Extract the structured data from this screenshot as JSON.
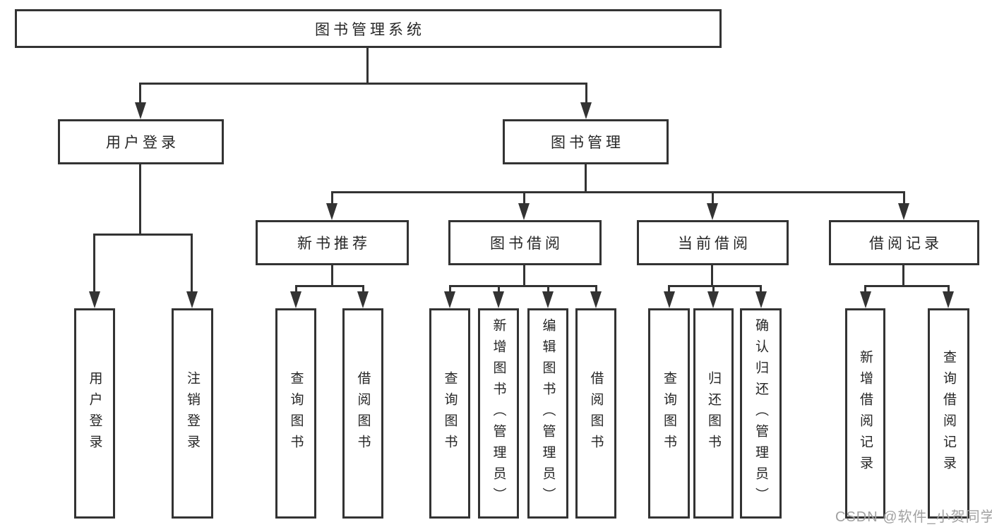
{
  "tree": {
    "label": "图书管理系统",
    "children": [
      {
        "label": "用户登录",
        "children": [
          {
            "label": "用户登录"
          },
          {
            "label": "注销登录"
          }
        ]
      },
      {
        "label": "图书管理",
        "children": [
          {
            "label": "新书推荐",
            "children": [
              {
                "label": "查询图书"
              },
              {
                "label": "借阅图书"
              }
            ]
          },
          {
            "label": "图书借阅",
            "children": [
              {
                "label": "查询图书"
              },
              {
                "label": "新增图书（管理员）"
              },
              {
                "label": "编辑图书（管理员）"
              },
              {
                "label": "借阅图书"
              }
            ]
          },
          {
            "label": "当前借阅",
            "children": [
              {
                "label": "查询图书"
              },
              {
                "label": "归还图书"
              },
              {
                "label": "确认归还（管理员）"
              }
            ]
          },
          {
            "label": "借阅记录",
            "children": [
              {
                "label": "新增借阅记录"
              },
              {
                "label": "查询借阅记录"
              }
            ]
          }
        ]
      }
    ]
  },
  "watermark": {
    "text": "CSDN @软件_小贺同学"
  },
  "colors": {
    "line": "#333333",
    "text": "#262626",
    "watermark": "#a1a1a1",
    "background": "#ffffff"
  }
}
